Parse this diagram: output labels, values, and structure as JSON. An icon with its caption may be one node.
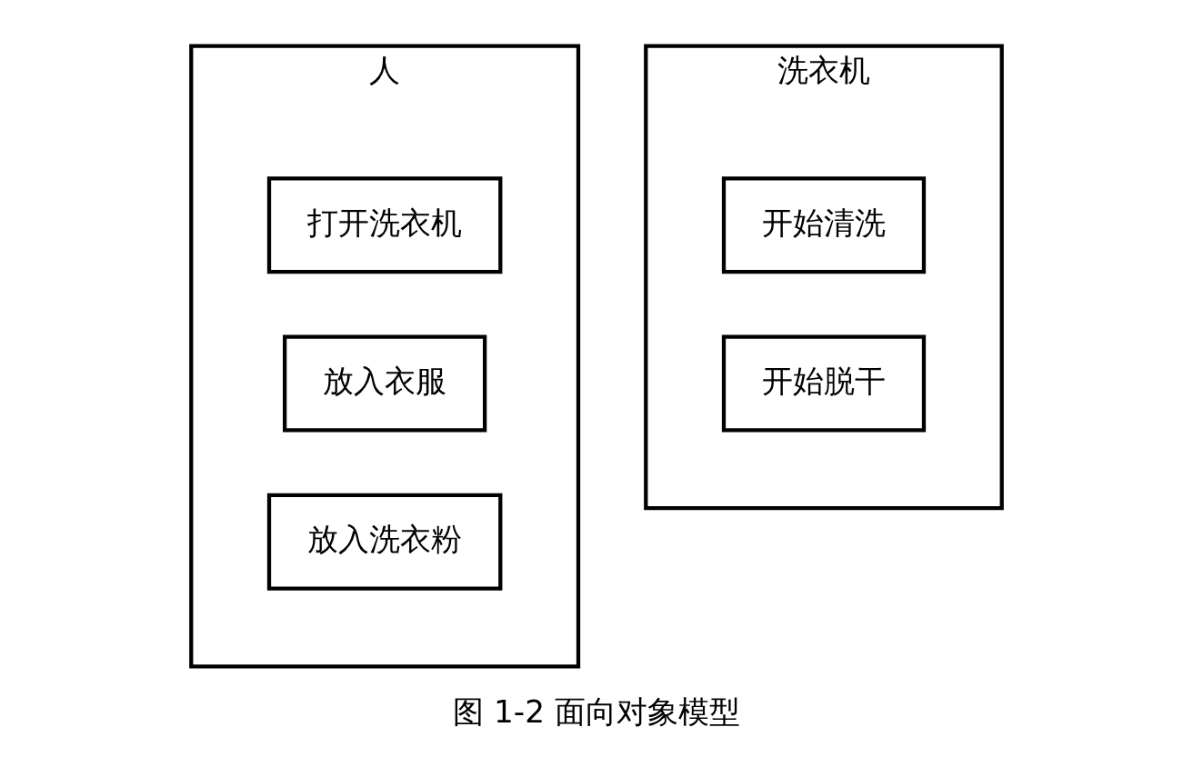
{
  "diagram": {
    "caption": "图 1-2 面向对象模型",
    "nodes": [
      {
        "text": [
          "人"
        ]
      },
      {
        "text": [
          "打开洗衣机"
        ],
        "in": 0
      },
      {
        "text": [
          "放入衣服"
        ],
        "in": 0
      },
      {
        "text": [
          "放入洗衣粉"
        ],
        "in": 0
      },
      {
        "text": [
          "洗衣机"
        ]
      },
      {
        "text": [
          "开始清洗"
        ],
        "in": 4
      },
      {
        "text": [
          "开始脱干"
        ],
        "in": 4
      }
    ]
  }
}
